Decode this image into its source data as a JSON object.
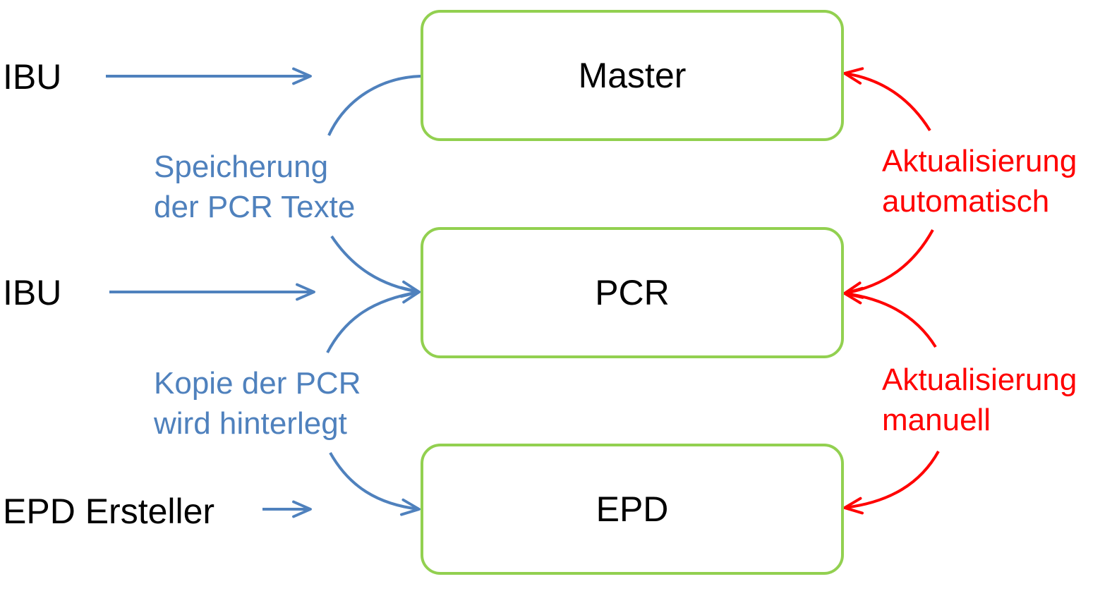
{
  "colors": {
    "box_border": "#92d050",
    "blue": "#4f81bd",
    "red": "#ff0000",
    "text": "#000000"
  },
  "boxes": {
    "master": "Master",
    "pcr": "PCR",
    "epd": "EPD"
  },
  "actors": {
    "ibu_master": "IBU",
    "ibu_pcr": "IBU",
    "epd_creator": "EPD Ersteller"
  },
  "labels": {
    "store": {
      "line1": "Speicherung",
      "line2": "der PCR Texte"
    },
    "copy": {
      "line1": "Kopie der PCR",
      "line2": "wird hinterlegt"
    },
    "auto": {
      "line1": "Aktualisierung",
      "line2": "automatisch"
    },
    "manual": {
      "line1": "Aktualisierung",
      "line2": "manuell"
    }
  }
}
